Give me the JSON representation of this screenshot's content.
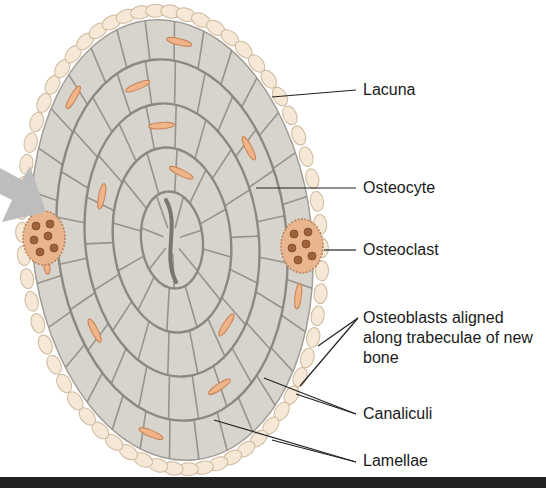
{
  "diagram": {
    "labels": [
      "Lacuna",
      "Osteocyte",
      "Osteoclast",
      "Osteoblasts aligned along trabeculae of new bone",
      "Canaliculi",
      "Lamellae"
    ]
  }
}
